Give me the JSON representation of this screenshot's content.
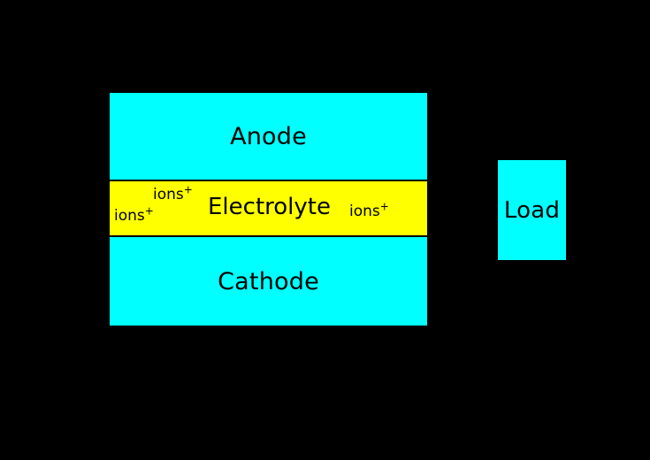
{
  "diagram": {
    "background_color": "#000000",
    "cell": {
      "border_color": "#000000",
      "layers": [
        {
          "name": "anode",
          "label": "Anode",
          "color": "#00FFFF"
        },
        {
          "name": "electrolyte",
          "label": "Electrolyte",
          "color": "#FFFF00"
        },
        {
          "name": "cathode",
          "label": "Cathode",
          "color": "#00FFFF"
        }
      ],
      "ion_annotations": [
        {
          "position": "upper-left",
          "text": "ions",
          "charge": "+"
        },
        {
          "position": "lower-left",
          "text": "ions",
          "charge": "+"
        },
        {
          "position": "right",
          "text": "ions",
          "charge": "+"
        }
      ]
    },
    "load": {
      "label": "Load",
      "color": "#00FFFF"
    }
  }
}
